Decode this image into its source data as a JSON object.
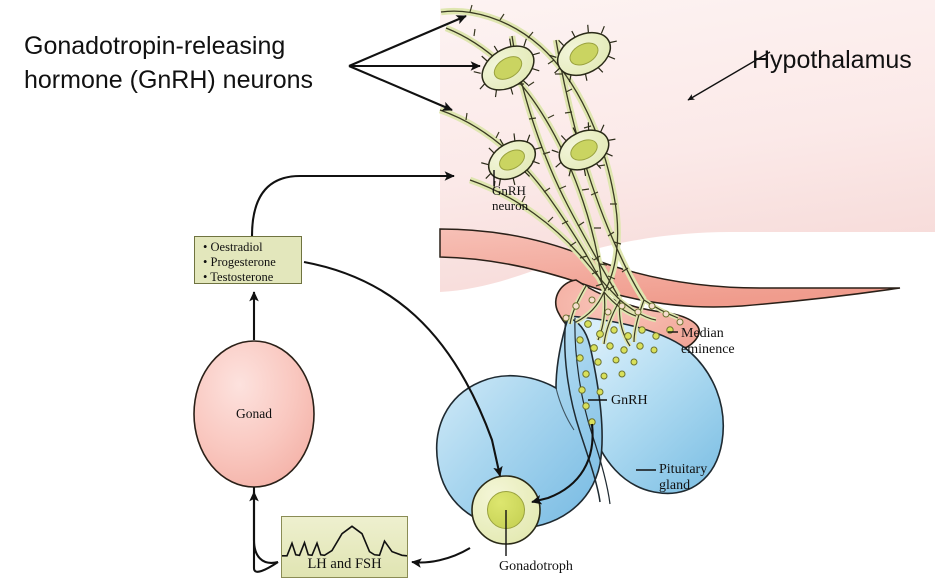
{
  "figure": {
    "type": "biological-pathway-diagram",
    "subject": "Hypothalamic-pituitary-gonadal axis (GnRH pulse generator)"
  },
  "titles": {
    "gnrh_neurons": "Gonadotropin-releasing\nhormone (GnRH) neurons",
    "hypothalamus": "Hypothalamus"
  },
  "labels": {
    "gnrh_neuron": "GnRH\nneuron",
    "median_eminence": "Median\neminence",
    "gnrh": "GnRH",
    "pituitary_gland": "Pituitary\ngland",
    "gonadotroph": "Gonadotroph",
    "gonad": "Gonad",
    "lh_and_fsh": "LH and FSH"
  },
  "steroid_box": {
    "items": [
      "• Oestradiol",
      "• Progesterone",
      "• Testosterone"
    ]
  },
  "colors": {
    "hypothalamus_bg": "#fbeeee",
    "median_eminence": "#f5b3a6",
    "pink_band": "#f5b8ad",
    "pituitary_blue": "#a9d6ef",
    "neuron_green": "#e8edbf",
    "neuron_nucleus": "#cad461",
    "gonad_pink": "#f8c4bc",
    "steroid_box_bg": "#e3e7bc",
    "lhfsh_box_bg": "#e7ebc4",
    "outline": "#1a1a1a",
    "granule": "#d9e05a"
  },
  "chart_data": {
    "type": "line",
    "title": "LH and FSH",
    "xlabel": "",
    "ylabel": "",
    "description": "Pulsatile LH and FSH secretion trace: three small sharp pulses, one large broad surge, then a final sharp pulse with decay",
    "x": [
      0,
      4,
      8,
      11,
      14,
      18,
      21,
      24,
      28,
      31,
      34,
      40,
      48,
      56,
      64,
      70,
      74,
      78,
      82,
      88,
      96,
      100
    ],
    "y": [
      6,
      6,
      30,
      8,
      7,
      31,
      8,
      7,
      30,
      8,
      7,
      16,
      48,
      62,
      48,
      14,
      8,
      7,
      34,
      14,
      7,
      6
    ],
    "ylim": [
      0,
      70
    ],
    "grid": false,
    "legend": false
  }
}
